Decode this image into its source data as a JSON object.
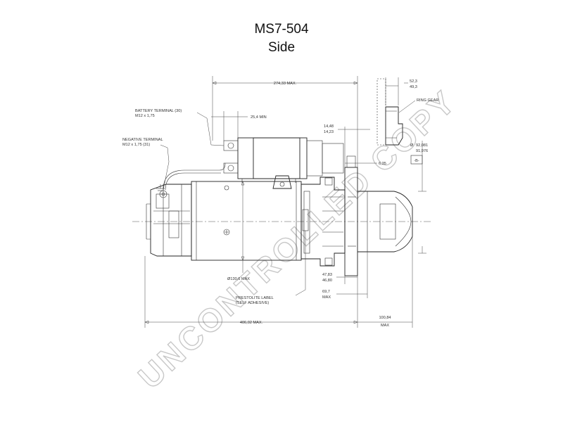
{
  "title": {
    "model": "MS7-504",
    "view": "Side"
  },
  "labels": {
    "max_length_top": "274,33 MAX.",
    "battery_terminal_line1": "BATTERY TERMINAL (30)",
    "battery_terminal_line2": "M12 x 1,75",
    "battery_dim": "25,4 MIN",
    "negative_terminal_line1": "NEGATIVE TERMINAL",
    "negative_terminal_line2": "M12 x 1,75 (31)",
    "ring_gear": "RING GEAR",
    "ring_dim_1": "52,3",
    "ring_dim_2": "49,3",
    "flange_dim_1": "14,48",
    "flange_dim_2": "14,23",
    "pilot_dim_1": "92,081",
    "pilot_dim_2": "91,976",
    "datum": "-B-",
    "shoulder_dim": "6,35",
    "body_dia": "Ø130,6 MAX",
    "dim_47": "47,83",
    "dim_46": "46,80",
    "dim_69_line1": "69,7",
    "dim_69_line2": "MAX",
    "prestolite_line1": "PRESTOLITE LABEL",
    "prestolite_line2": "(SELF ADHESIVE)",
    "overall_length": "406,02 MAX.",
    "pinion_dim_line1": "100,84",
    "pinion_dim_line2": "MAX"
  },
  "watermark": "UNCONTROLLED COPY",
  "icons": [
    "ground-symbol-icon"
  ]
}
